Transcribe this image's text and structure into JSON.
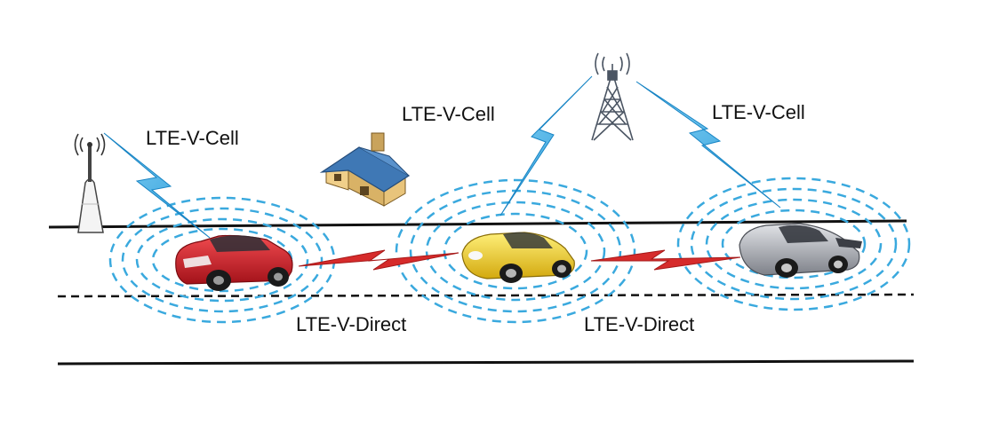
{
  "labels": {
    "cell_left": "LTE-V-Cell",
    "cell_middle": "LTE-V-Cell",
    "cell_right": "LTE-V-Cell",
    "direct_left": "LTE-V-Direct",
    "direct_right": "LTE-V-Direct"
  },
  "colors": {
    "wave": "#3aa9de",
    "direct_link": "#d62b2b",
    "cell_link": "#2aa7e6",
    "road": "#111111",
    "car_red": "#d81f26",
    "car_yellow": "#f2d21b",
    "car_silver": "#a9abb1",
    "house_roof": "#3f78b5",
    "house_wall": "#e9c27a"
  },
  "icons": {
    "left_antenna": "rsu-antenna-icon",
    "tower": "cell-tower-icon",
    "house": "house-icon",
    "car_1": "red-car-icon",
    "car_2": "yellow-car-icon",
    "car_3": "silver-car-icon"
  }
}
